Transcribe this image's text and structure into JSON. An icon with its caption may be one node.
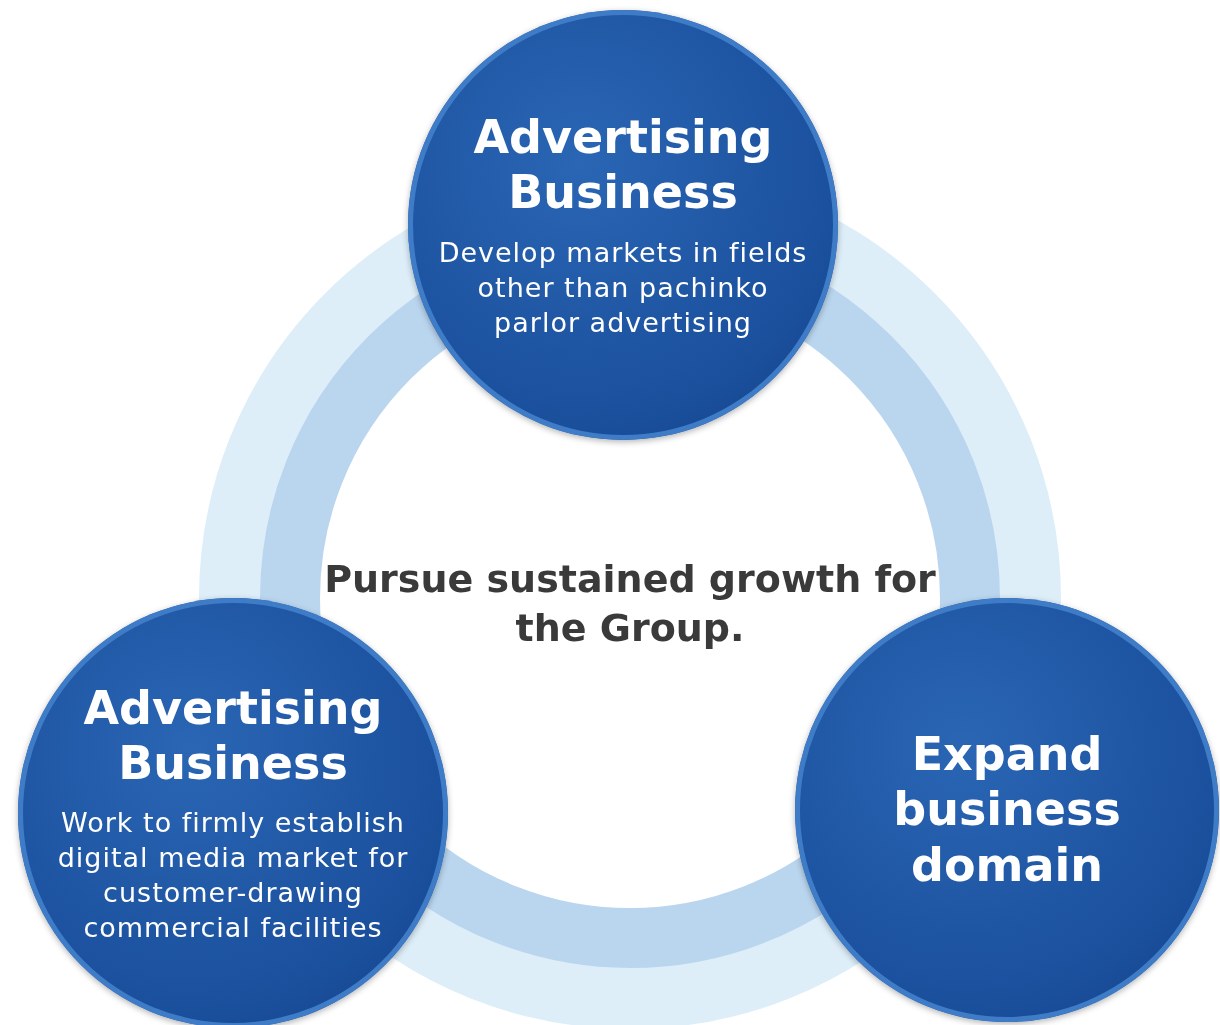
{
  "diagram": {
    "nodes": [
      {
        "text": [
          "Advertising Business",
          "Develop markets in fields other than pachinko parlor advertising"
        ]
      },
      {
        "text": [
          "Pursue sustained growth for the Group."
        ]
      },
      {
        "text": [
          "Advertising Business",
          "Work to firmly establish digital media market for customer-drawing commercial facilities"
        ]
      },
      {
        "text": [
          "Expand business domain"
        ]
      }
    ]
  }
}
